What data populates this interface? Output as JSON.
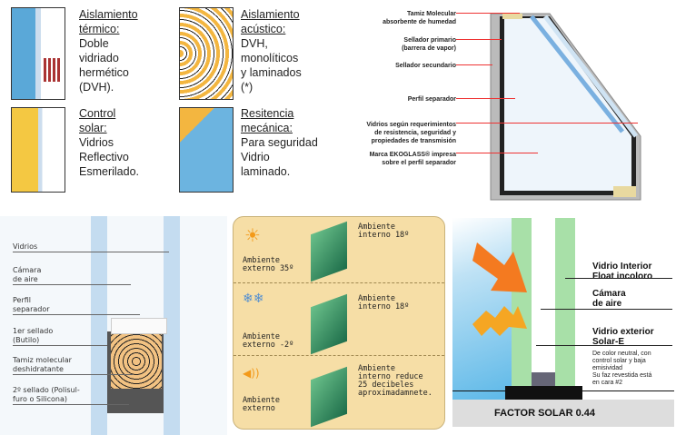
{
  "thermal": {
    "title1": "Aislamiento",
    "title2": "térmico:",
    "l1": "Doble",
    "l2": "vidriado",
    "l3": "hermético",
    "l4": "(DVH)."
  },
  "acoustic": {
    "title1": "Aislamiento",
    "title2": "acústico:",
    "l1": "DVH,",
    "l2": "monolíticos",
    "l3": "y laminados",
    "l4": "(*)"
  },
  "solar": {
    "title1": "Control",
    "title2": "solar:",
    "l1": "Vidrios",
    "l2": "Reflectivo",
    "l3": "Esmerilado."
  },
  "mechanical": {
    "title1": "Resitencia",
    "title2": "mecánica:",
    "l1": "Para seguridad",
    "l2": "Vidrio",
    "l3": "laminado."
  },
  "unit_diagram": {
    "labels": [
      [
        "Tamiz Molecular",
        "absorbente de humedad"
      ],
      [
        "Sellador primario",
        "(barrera de vapor)"
      ],
      [
        "Sellador secundario"
      ],
      [
        "Perfil separador"
      ],
      [
        "Vidrios según requerimientos",
        "de resistencia, seguridad y",
        "propiedades de transmisión"
      ],
      [
        "Marca EKOGLASS® impresa",
        "sobre el perfil separador"
      ]
    ],
    "brand": "EKOGLASS"
  },
  "section_diagram": {
    "labels": [
      [
        "Vidrios"
      ],
      [
        "Cámara",
        "de aire"
      ],
      [
        "Perfil",
        "separador"
      ],
      [
        "1er sellado",
        "(Butilo)"
      ],
      [
        "Tamiz molecular",
        "deshidratante"
      ],
      [
        "2º sellado (Polisul-",
        "furo o Silicona)"
      ]
    ]
  },
  "ambient": {
    "rows": [
      {
        "icon": "sun-icon",
        "externo": [
          "Ambiente",
          "externo 35º"
        ],
        "interno": [
          "Ambiente",
          "interno 18º"
        ]
      },
      {
        "icon": "snowflake-icon",
        "externo": [
          "Ambiente",
          "externo -2º"
        ],
        "interno": [
          "Ambiente",
          "interno 18º"
        ]
      },
      {
        "icon": "sound-icon",
        "externo": [
          "Ambiente",
          "externo"
        ],
        "interno": [
          "Ambiente",
          "interno reduce",
          "25 decibeles",
          "aproximadamnete."
        ]
      }
    ]
  },
  "solar_factor": {
    "l1": [
      "Vidrio Interior",
      "Float incoloro"
    ],
    "l2": [
      "Cámara",
      "de aire"
    ],
    "l3": [
      "Vidrio exterior",
      "Solar-E"
    ],
    "desc": [
      "De color neutral, con",
      "control solar y baja",
      "emisividad",
      "Su faz revestida está",
      "en cara #2"
    ],
    "footer": "FACTOR SOLAR 0.44"
  },
  "colors": {
    "glass": "#bcd8ec",
    "green": "#a8e0a8",
    "beige": "#f6dea6",
    "red": "#e33"
  }
}
